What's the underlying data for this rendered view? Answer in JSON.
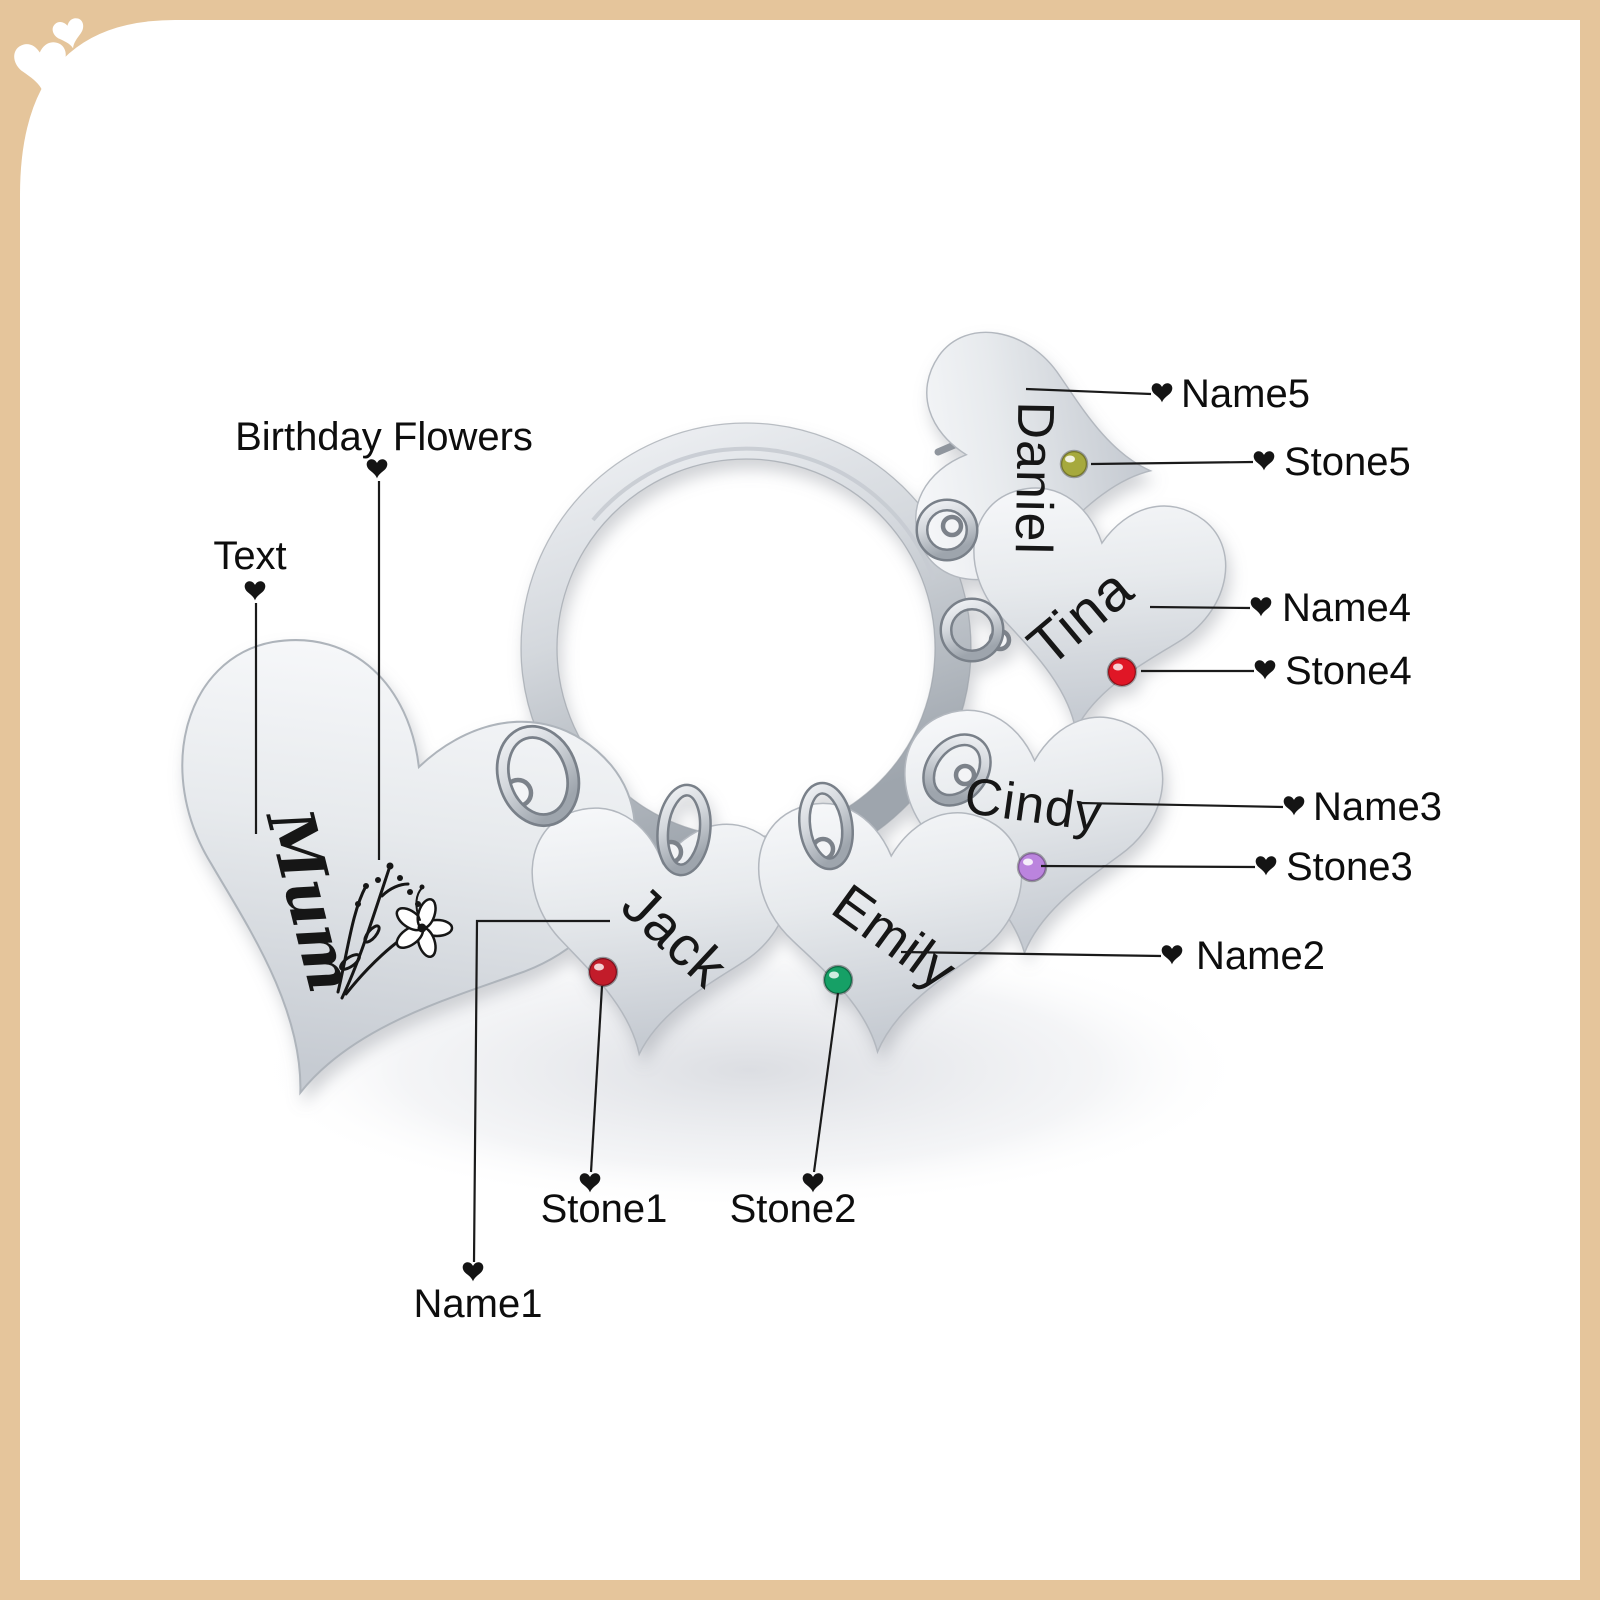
{
  "frame": {
    "border_color": "#e5c59b",
    "card_color": "#ffffff"
  },
  "corner_decoration": {
    "heart_color": "#ffffff"
  },
  "product": {
    "main_charm": {
      "engraving_text": "Mum"
    },
    "charms": [
      {
        "name": "Jack",
        "stone_color": "#c21a2c"
      },
      {
        "name": "Emily",
        "stone_color": "#12a066"
      },
      {
        "name": "Cindy",
        "stone_color": "#bb84de"
      },
      {
        "name": "Tina",
        "stone_color": "#e01826"
      },
      {
        "name": "Daniel",
        "stone_color": "#a6a93c"
      }
    ]
  },
  "annotations": {
    "birthday_flowers": "Birthday Flowers",
    "text": "Text",
    "name1": "Name1",
    "stone1": "Stone1",
    "name2": "Name2",
    "stone2": "Stone2",
    "name3": "Name3",
    "stone3": "Stone3",
    "name4": "Name4",
    "stone4": "Stone4",
    "name5": "Name5",
    "stone5": "Stone5"
  }
}
